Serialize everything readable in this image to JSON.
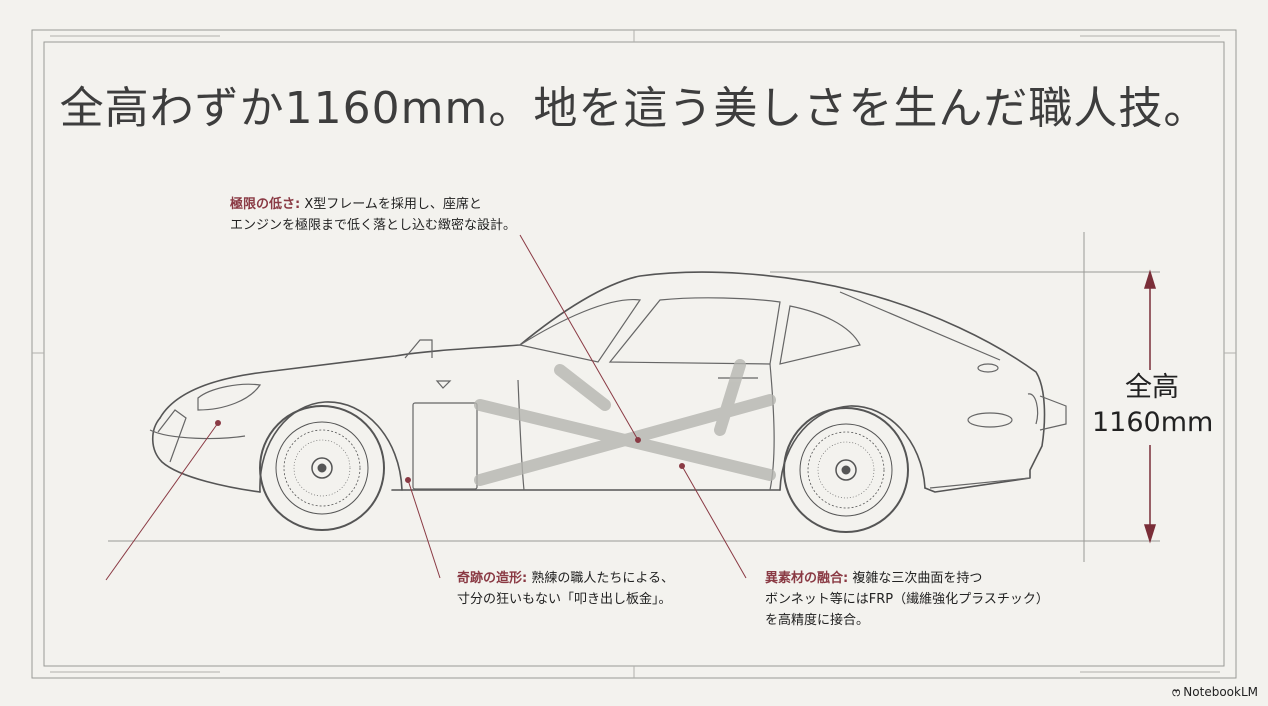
{
  "title": "全高わずか1160mm。地を這う美しさを生んだ職人技。",
  "callouts": {
    "low": {
      "key": "極限の低さ:",
      "line1": " X型フレームを採用し、座席と",
      "line2": "エンジンを極限まで低く落とし込む緻密な設計。"
    },
    "shape": {
      "key": "奇跡の造形:",
      "line1": " 熟練の職人たちによる、",
      "line2": "寸分の狂いもない「叩き出し板金」。"
    },
    "material": {
      "key": "異素材の融合:",
      "line1": " 複雑な三次曲面を持つ",
      "line2": "ボンネット等にはFRP（繊維強化プラスチック）",
      "line3": "を高精度に接合。"
    }
  },
  "dimension": {
    "label_line1": "全高",
    "label_line2": "1160mm"
  },
  "brand": "NotebookLM",
  "colors": {
    "background": "#f3f2ee",
    "ink": "#333333",
    "accent": "#8a3a44"
  }
}
